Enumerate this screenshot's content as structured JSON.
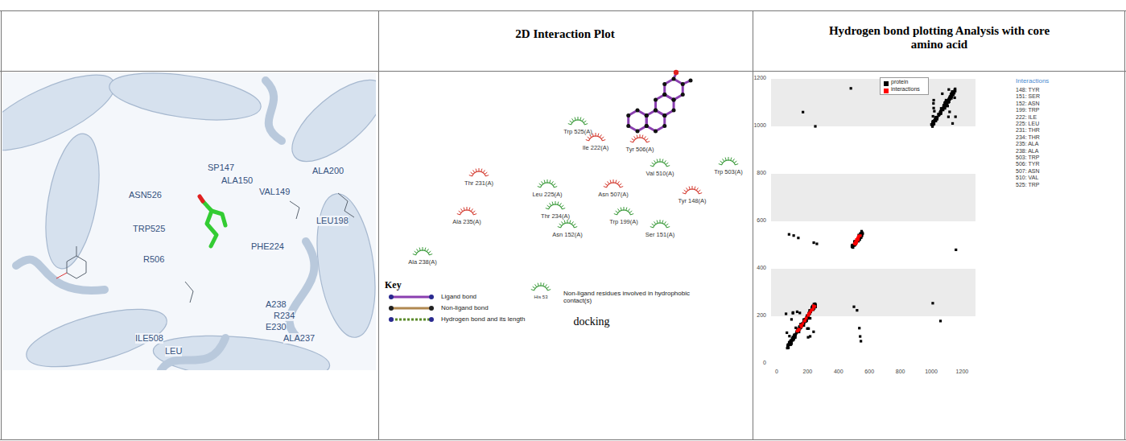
{
  "diagram": {
    "labels": [
      "2D Interaction Plot",
      "Hydrogen bond plotting Analysis with core amino acid",
      "SP147",
      "ALA150",
      "VAL149",
      "ALA200",
      "LEU198",
      "ASN526",
      "TRP525",
      "PHE224",
      "R506",
      "A238",
      "R234",
      "E230",
      "ALA237",
      "ILE508",
      "LEU",
      "Trp 525(A)",
      "Ile 222(A)",
      "Tyr 506(A)",
      "Val 510(A)",
      "Thr 231(A)",
      "Leu 225(A)",
      "Asn 507(A)",
      "Trp 503(A)",
      "Tyr 148(A)",
      "Ala 235(A)",
      "Thr 234(A)",
      "Trp 199(A)",
      "Asn 152(A)",
      "Ser 151(A)",
      "Ala 238(A)",
      "Key",
      "His 53",
      "Non-ligand residues involved in hydrophobic contact(s)",
      "docking",
      "1200",
      "1000",
      "800",
      "600",
      "400",
      "200",
      "0",
      "0",
      "200",
      "400",
      "600",
      "800",
      "1000",
      "1200",
      "Interactions",
      "148: TYR",
      "151: SER",
      "152: ASN",
      "199: TRP",
      "222: ILE",
      "225: LEU",
      "231: THR",
      "234: THR",
      "235: ALA",
      "238: ALA",
      "503: TRP",
      "506: TYR",
      "507: ASN",
      "510: VAL",
      "525: TRP"
    ],
    "legend": [
      {
        "text": "Ligand bond"
      },
      {
        "text": "Non-ligand bond"
      },
      {
        "text": "Hydrogen bond and its length"
      },
      {
        "text": "protein",
        "color": "#000000"
      },
      {
        "text": "interactions",
        "color": "#ff0000"
      }
    ]
  }
}
